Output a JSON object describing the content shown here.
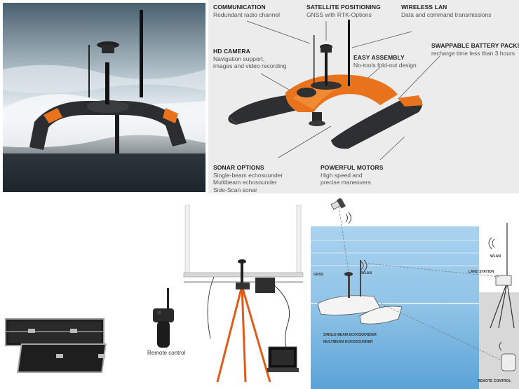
{
  "diagram": {
    "callouts": [
      {
        "title": "COMMUNICATION",
        "lines": [
          "Redundant radio channel"
        ]
      },
      {
        "title": "SATELLITE POSITIONING",
        "lines": [
          "GNSS with RTK-Options"
        ]
      },
      {
        "title": "WIRELESS LAN",
        "lines": [
          "Data and command transmissions"
        ]
      },
      {
        "title": "HD CAMERA",
        "lines": [
          "Navigation support,",
          "images and video recording"
        ]
      },
      {
        "title": "EASY ASSEMBLY",
        "lines": [
          "No-tools fold-out design"
        ]
      },
      {
        "title": "SWAPPABLE BATTERY PACKS",
        "lines": [
          "recharge time less than 3 hours"
        ]
      },
      {
        "title": "SONAR OPTIONS",
        "lines": [
          "Single-beam echosounder",
          "Multibeam echosounder",
          "Side-Scan sonar"
        ]
      },
      {
        "title": "POWERFUL MOTORS",
        "lines": [
          "High speed and",
          "precise maneuvers"
        ]
      }
    ]
  },
  "equipment": {
    "remote_label": "Remote control"
  },
  "scheme": {
    "labels": {
      "gnss": "GNSS",
      "wlan": "WLAN",
      "wlan_station": "WLAN",
      "land_station": "LAND STATION",
      "single_beam": "SINGLE-BEAM ECHOSOUNDER",
      "multibeam": "MULTIBEAM ECHOSOUNDER",
      "remote_control": "REMOTE CONTROL"
    }
  },
  "colors": {
    "accent_orange": "#e8731c",
    "hull_dark": "#2e2f31",
    "water_blue": "#8fc3e6",
    "deep_blue": "#5aa3d8",
    "tripod_orange": "#e05a1a"
  }
}
